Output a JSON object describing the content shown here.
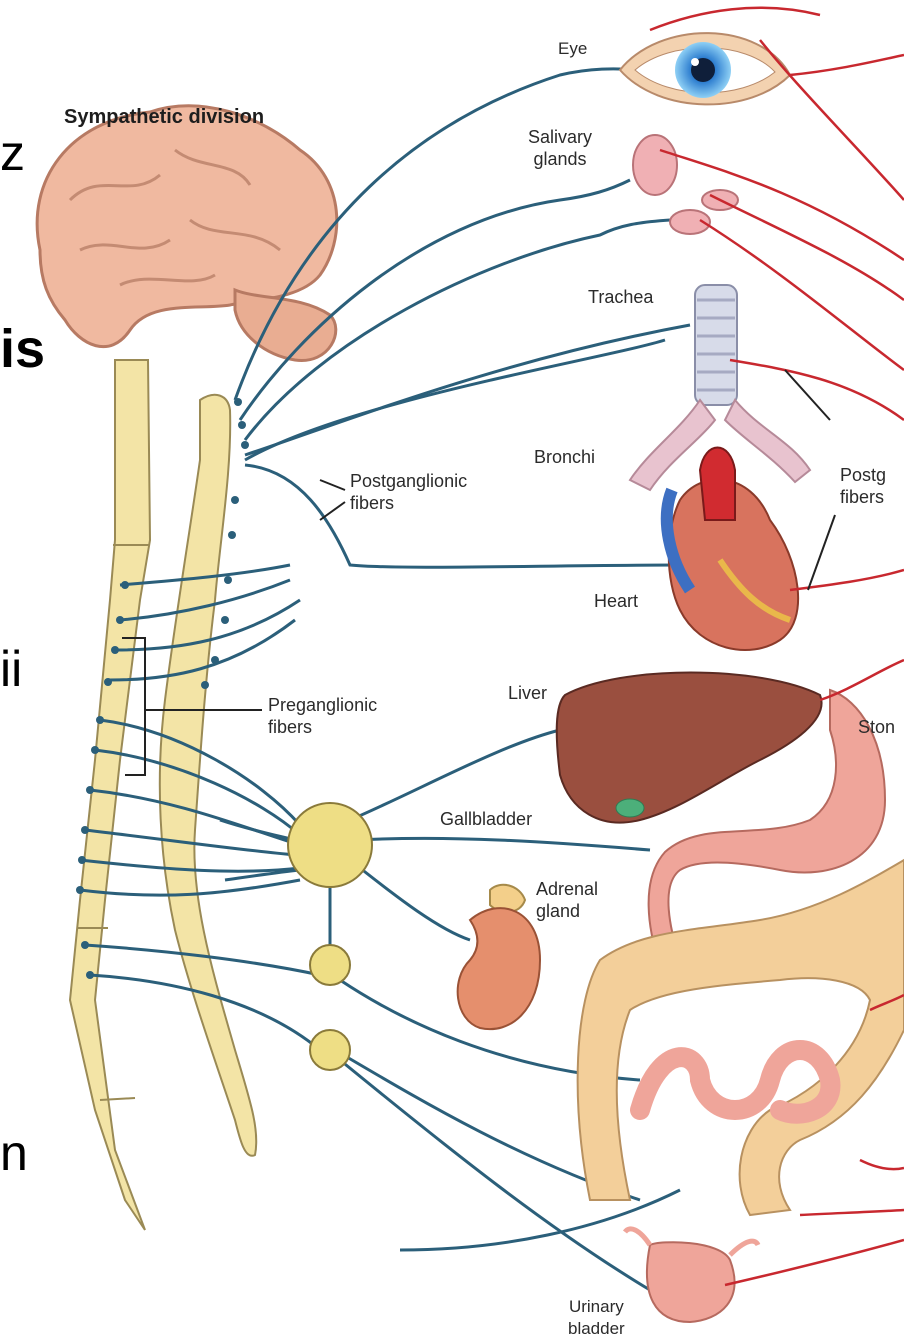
{
  "slide_fragments": {
    "z": "z",
    "is": "is",
    "ii": "ii",
    "n": "n"
  },
  "diagram": {
    "title": "Sympathetic division",
    "labels": {
      "eye": "Eye",
      "salivary": "Salivary\nglands",
      "trachea": "Trachea",
      "bronchi": "Bronchi",
      "post_left": "Postganglionic\nfibers",
      "post_right": "Postg\nfibers",
      "heart": "Heart",
      "pre": "Preganglionic\nfibers",
      "liver": "Liver",
      "stomach": "Ston",
      "gallbladder": "Gallbladder",
      "adrenal": "Adrenal\ngland",
      "bladder": "Urinary\nbladder"
    },
    "colors": {
      "sympathetic_nerve": "#2b5f7a",
      "parasympathetic_nerve": "#c8282f",
      "spinal_cord": "#f3e4a6",
      "ganglion": "#eede85",
      "brain": "#f0b9a0",
      "liver": "#9a4f3f",
      "stomach": "#efa59a",
      "intestine": "#f3cf9a"
    }
  }
}
